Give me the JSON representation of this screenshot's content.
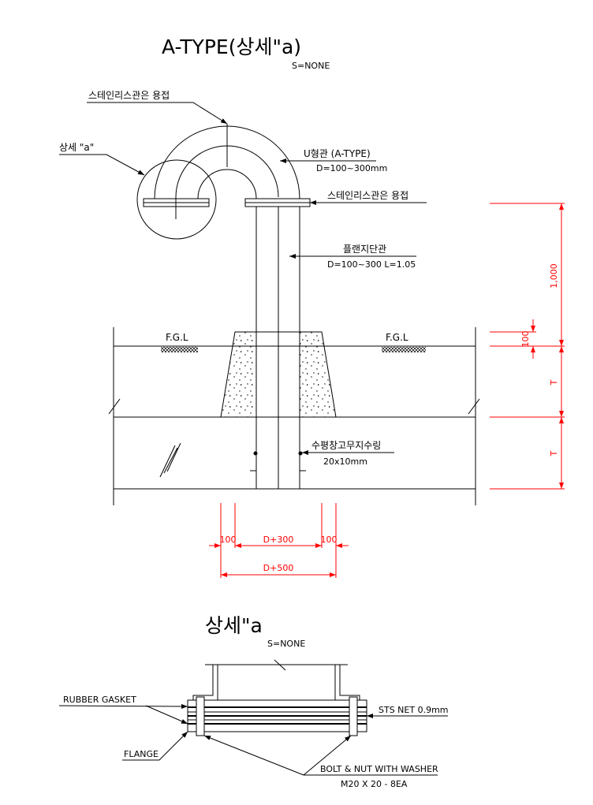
{
  "main_view": {
    "title": "A-TYPE(상세\"a)",
    "scale": "S=NONE",
    "labels": {
      "weld_top": "스테인리스관은 용접",
      "detail_ref": "상세 \"a\"",
      "u_pipe": "U형관 (A-TYPE)",
      "u_pipe_dim": "D=100~300mm",
      "weld_right": "스테인리스관은 용접",
      "flange_pipe": "플랜지단관",
      "flange_pipe_dim": "D=100~300 L=1.05",
      "fgl_left": "F.G.L",
      "fgl_right": "F.G.L",
      "ring": "수평창고무지수링",
      "ring_dim": "20x10mm"
    },
    "dimensions": {
      "height_top": "1,000",
      "offset": "100",
      "t_upper": "T",
      "t_lower": "T",
      "left_100": "100",
      "d_plus_300": "D+300",
      "right_100": "100",
      "d_plus_500": "D+500"
    },
    "dim_color": "#ff0000"
  },
  "detail_view": {
    "title": "상세\"a",
    "scale": "S=NONE",
    "labels": {
      "gasket": "RUBBER GASKET",
      "flange": "FLANGE",
      "net": "STS NET 0.9mm",
      "bolt": "BOLT & NUT WITH WASHER",
      "bolt_spec": "M20 X 20 - 8EA"
    }
  }
}
